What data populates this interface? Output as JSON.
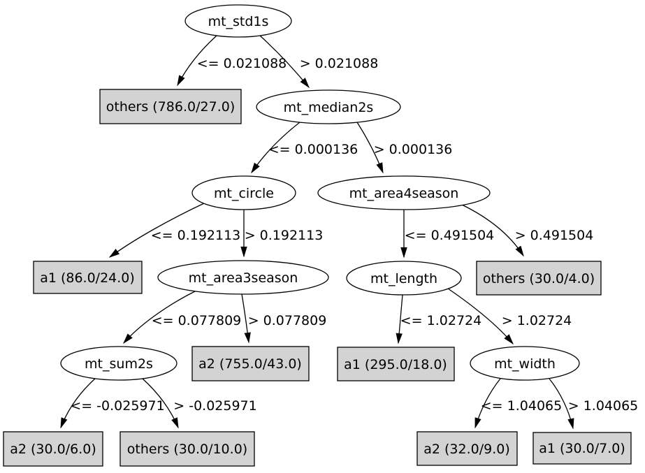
{
  "diagram": {
    "type": "decision-tree",
    "colors": {
      "background": "#ffffff",
      "decision_node_fill": "#ffffff",
      "leaf_node_fill": "#d3d3d3",
      "stroke": "#000000",
      "text": "#000000"
    },
    "nodes": [
      {
        "id": "mt_std1s",
        "label": "mt_std1s",
        "kind": "decision"
      },
      {
        "id": "others_786",
        "label": "others (786.0/27.0)",
        "kind": "leaf"
      },
      {
        "id": "mt_median2s",
        "label": "mt_median2s",
        "kind": "decision"
      },
      {
        "id": "mt_circle",
        "label": "mt_circle",
        "kind": "decision"
      },
      {
        "id": "mt_area4season",
        "label": "mt_area4season",
        "kind": "decision"
      },
      {
        "id": "a1_86",
        "label": "a1 (86.0/24.0)",
        "kind": "leaf"
      },
      {
        "id": "mt_area3season",
        "label": "mt_area3season",
        "kind": "decision"
      },
      {
        "id": "mt_length",
        "label": "mt_length",
        "kind": "decision"
      },
      {
        "id": "others_30_4",
        "label": "others (30.0/4.0)",
        "kind": "leaf"
      },
      {
        "id": "mt_sum2s",
        "label": "mt_sum2s",
        "kind": "decision"
      },
      {
        "id": "a2_755",
        "label": "a2 (755.0/43.0)",
        "kind": "leaf"
      },
      {
        "id": "a1_295",
        "label": "a1 (295.0/18.0)",
        "kind": "leaf"
      },
      {
        "id": "mt_width",
        "label": "mt_width",
        "kind": "decision"
      },
      {
        "id": "a2_30_6",
        "label": "a2 (30.0/6.0)",
        "kind": "leaf"
      },
      {
        "id": "others_30_10",
        "label": "others (30.0/10.0)",
        "kind": "leaf"
      },
      {
        "id": "a2_32_9",
        "label": "a2 (32.0/9.0)",
        "kind": "leaf"
      },
      {
        "id": "a1_30_7",
        "label": "a1 (30.0/7.0)",
        "kind": "leaf"
      }
    ],
    "edges": [
      {
        "from": "mt_std1s",
        "to": "others_786",
        "label": "<= 0.021088"
      },
      {
        "from": "mt_std1s",
        "to": "mt_median2s",
        "label": "> 0.021088"
      },
      {
        "from": "mt_median2s",
        "to": "mt_circle",
        "label": "<= 0.000136"
      },
      {
        "from": "mt_median2s",
        "to": "mt_area4season",
        "label": "> 0.000136"
      },
      {
        "from": "mt_circle",
        "to": "a1_86",
        "label": "<= 0.192113"
      },
      {
        "from": "mt_circle",
        "to": "mt_area3season",
        "label": "> 0.192113"
      },
      {
        "from": "mt_area3season",
        "to": "mt_sum2s",
        "label": "<= 0.077809"
      },
      {
        "from": "mt_area3season",
        "to": "a2_755",
        "label": "> 0.077809"
      },
      {
        "from": "mt_sum2s",
        "to": "a2_30_6",
        "label": "<= -0.025971"
      },
      {
        "from": "mt_sum2s",
        "to": "others_30_10",
        "label": "> -0.025971"
      },
      {
        "from": "mt_area4season",
        "to": "mt_length",
        "label": "<= 0.491504"
      },
      {
        "from": "mt_area4season",
        "to": "others_30_4",
        "label": "> 0.491504"
      },
      {
        "from": "mt_length",
        "to": "a1_295",
        "label": "<= 1.02724"
      },
      {
        "from": "mt_length",
        "to": "mt_width",
        "label": "> 1.02724"
      },
      {
        "from": "mt_width",
        "to": "a2_32_9",
        "label": "<= 1.04065"
      },
      {
        "from": "mt_width",
        "to": "a1_30_7",
        "label": "> 1.04065"
      }
    ]
  }
}
